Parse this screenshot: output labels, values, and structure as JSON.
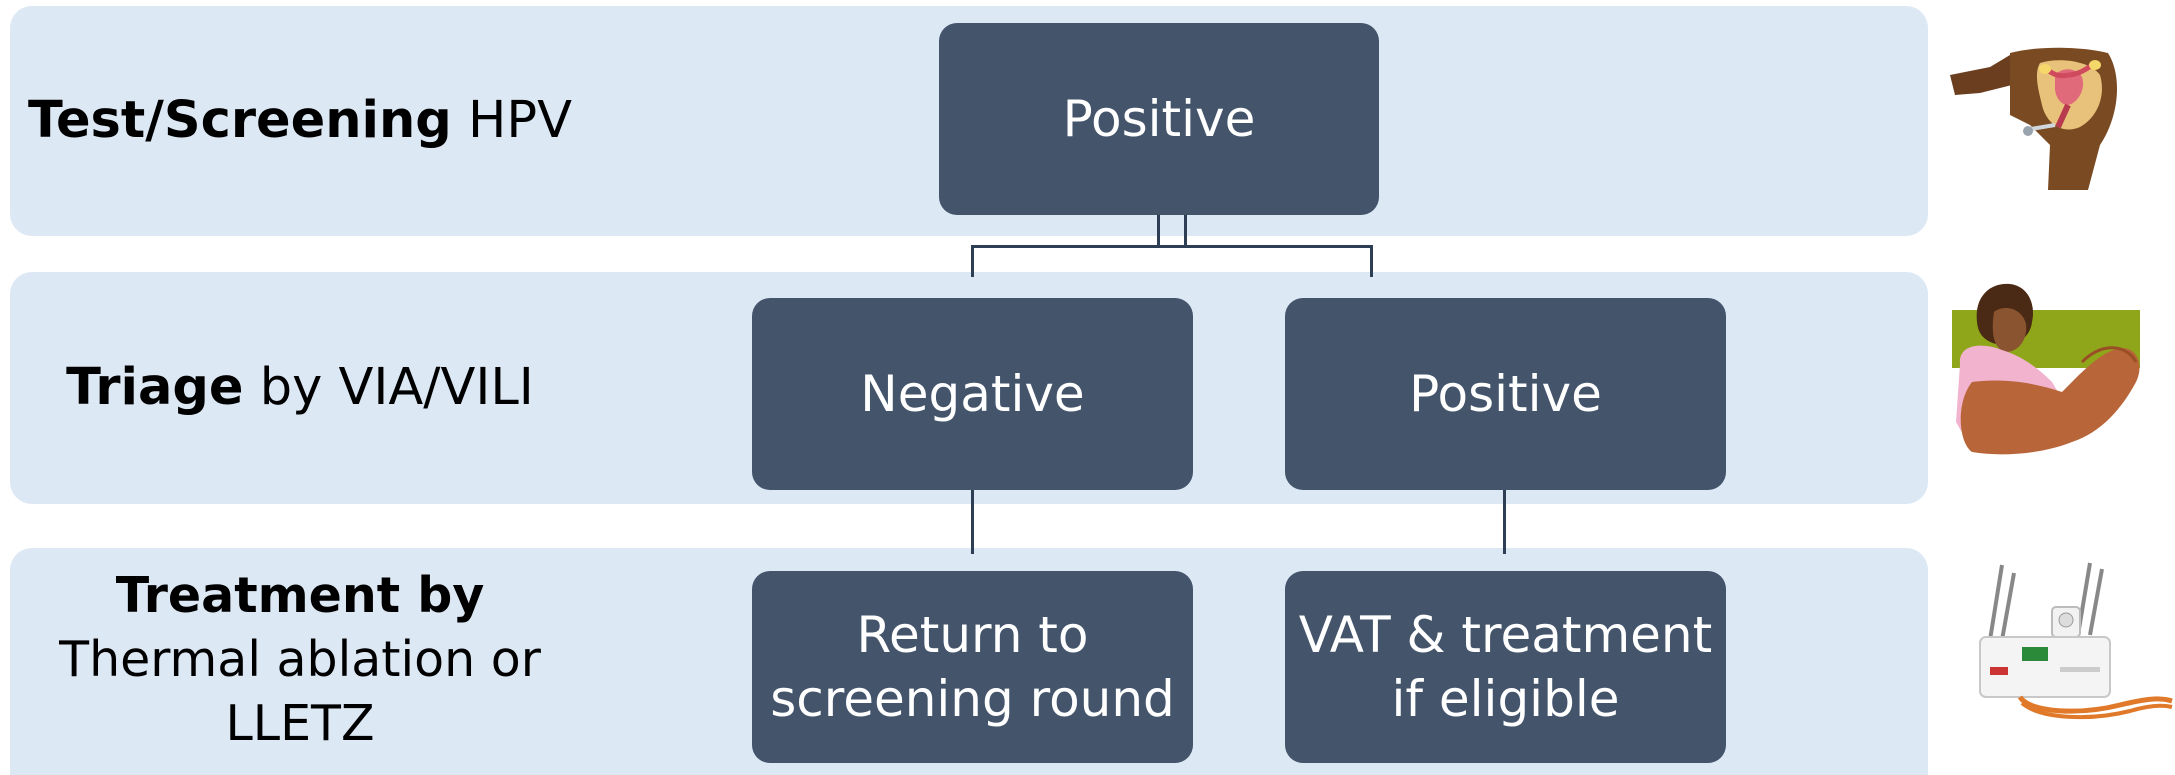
{
  "rows": {
    "screening": {
      "bold": "Test/Screening",
      "rest": " HPV"
    },
    "triage": {
      "bold": "Triage",
      "rest": " by VIA/VILI"
    },
    "treatment": {
      "bold": "Treatment by",
      "line2": "Thermal ablation or",
      "line3": "LLETZ"
    }
  },
  "nodes": {
    "hpv_positive": "Positive",
    "triage_negative": "Negative",
    "triage_positive": "Positive",
    "return_line1": "Return to",
    "return_line2": "screening round",
    "vat_line1": "VAT & treatment",
    "vat_line2": "if eligible"
  },
  "colors": {
    "band": "#dde8f5",
    "node": "#43546b",
    "connector": "#2e3e55",
    "node_text": "#ffffff"
  },
  "icons": [
    "pelvic-exam-icon",
    "patient-examination-icon",
    "thermal-ablation-device-icon"
  ]
}
